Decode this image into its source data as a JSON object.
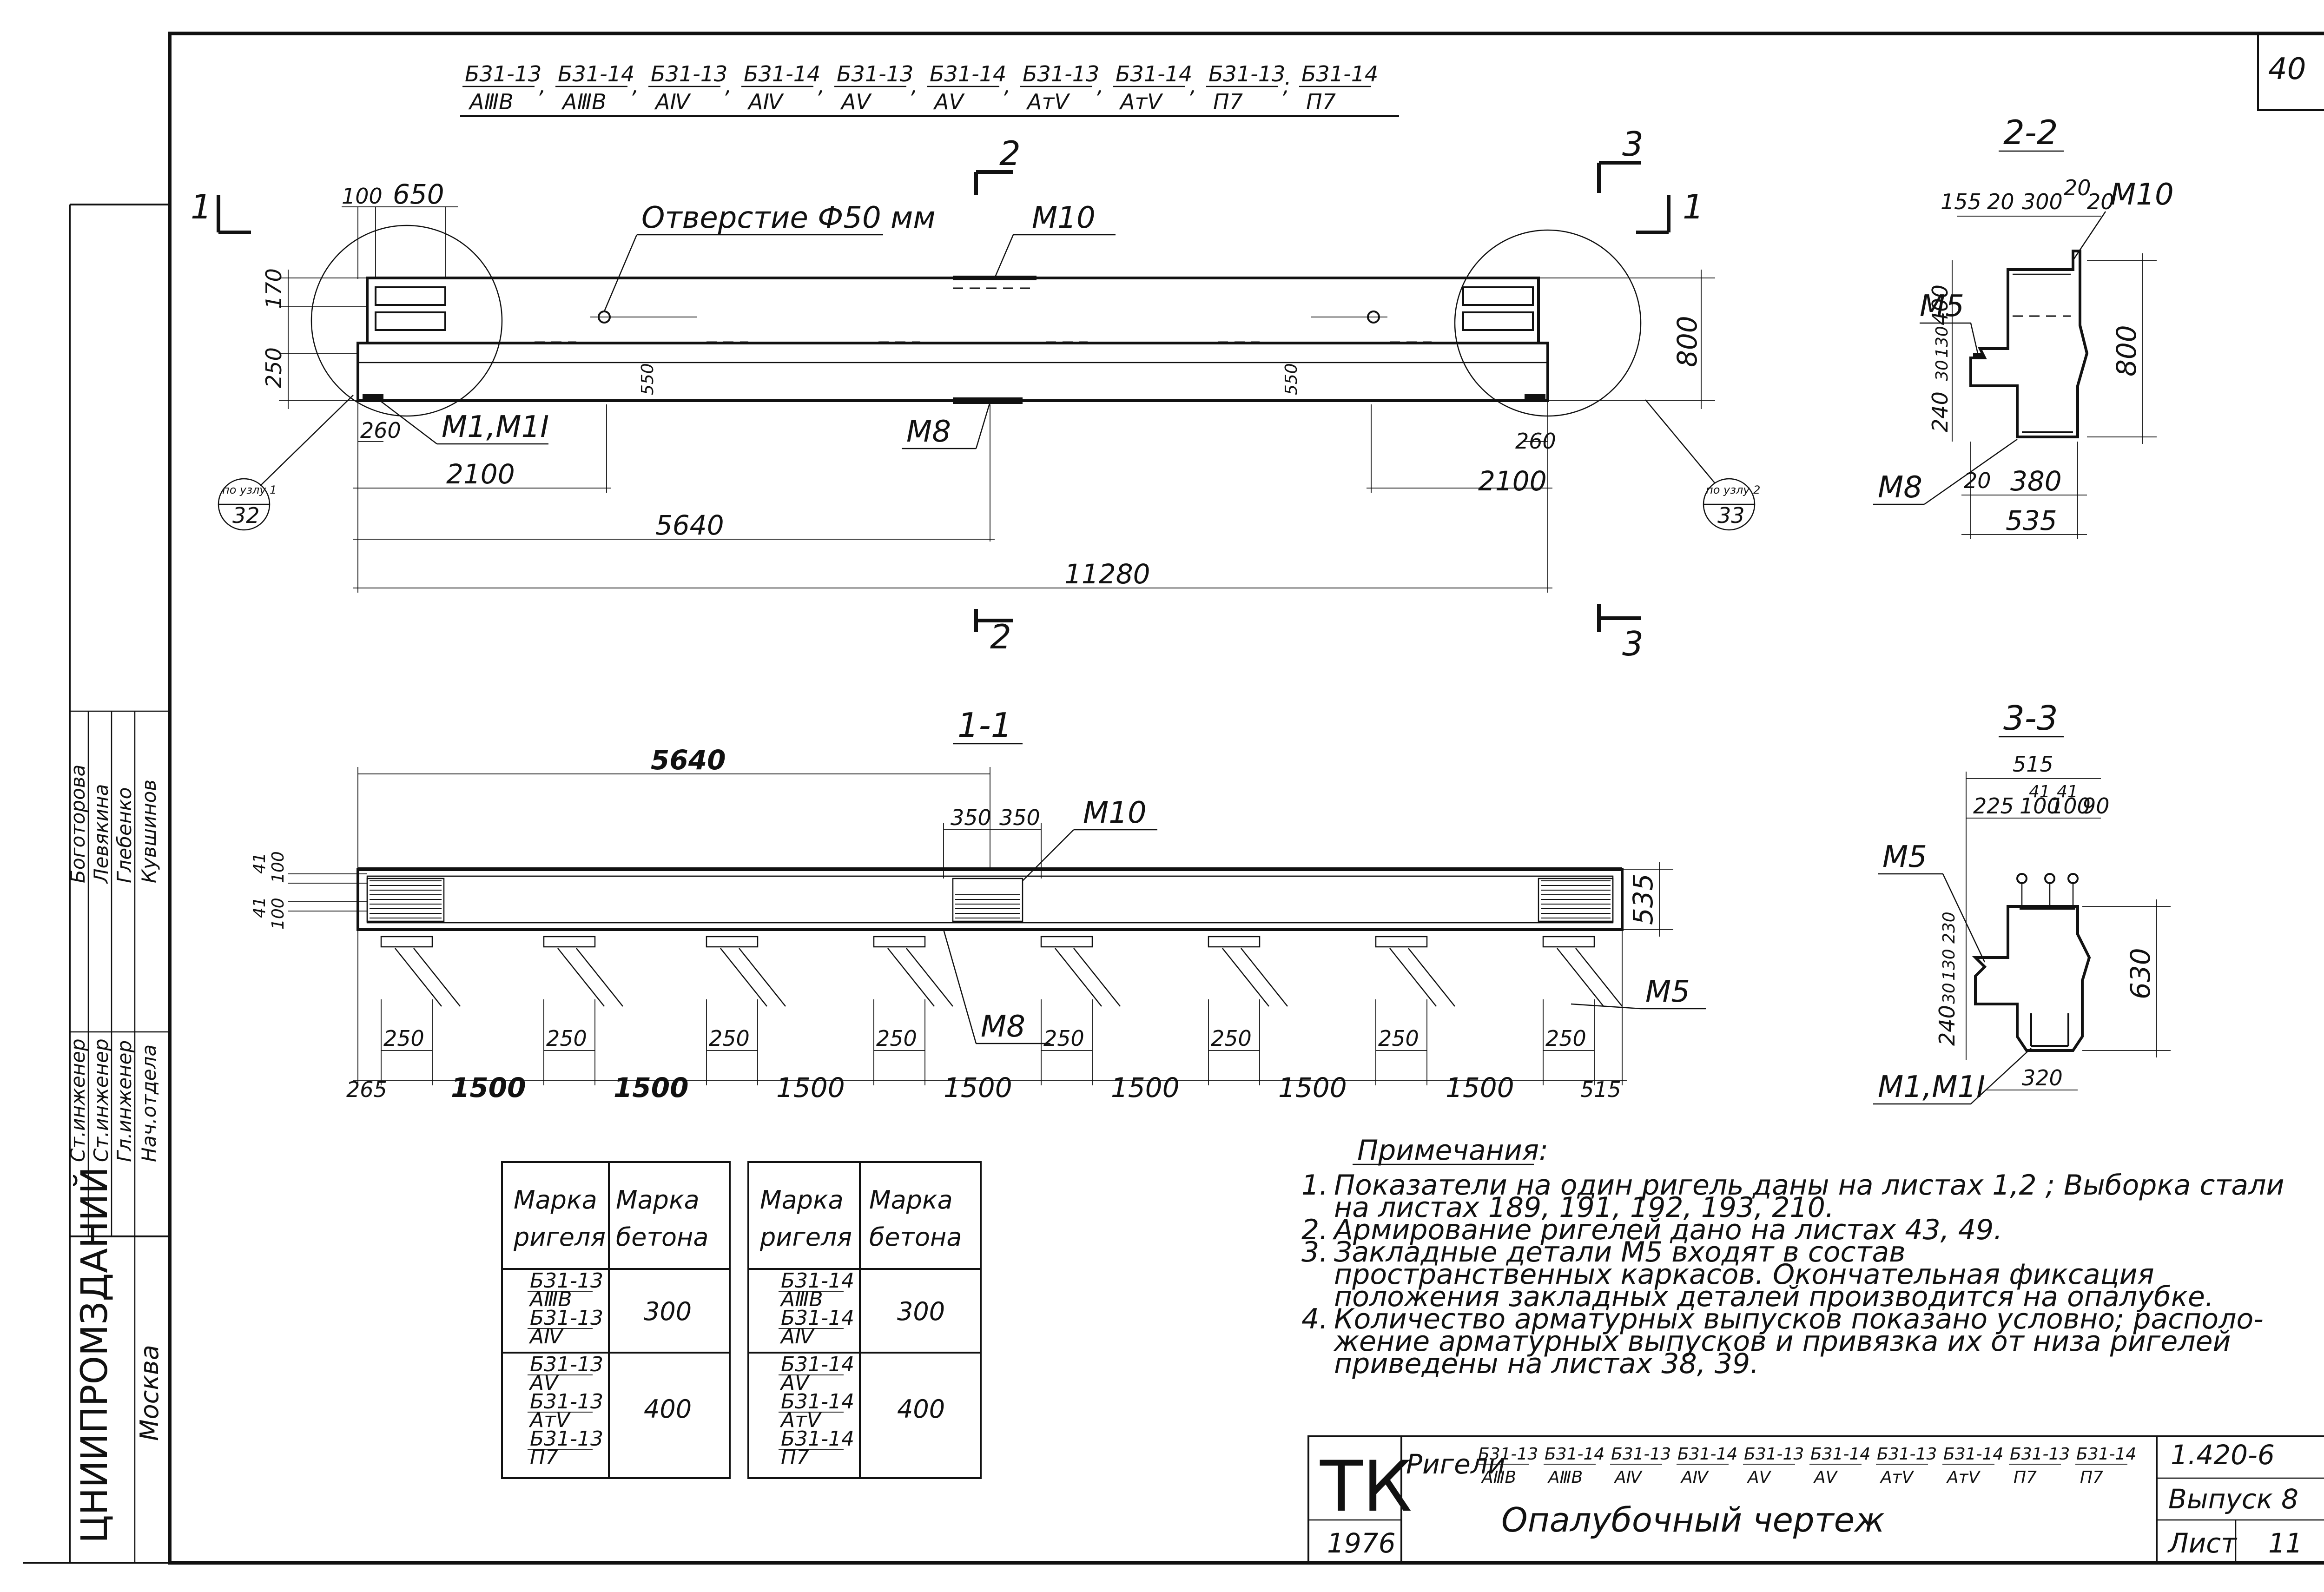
{
  "sheet_number": "40",
  "top_title": {
    "marks": [
      {
        "num": "Б31-13",
        "den": "АⅢВ"
      },
      {
        "num": "Б31-14",
        "den": "АⅢВ"
      },
      {
        "num": "Б31-13",
        "den": "АⅣ"
      },
      {
        "num": "Б31-14",
        "den": "АⅣ"
      },
      {
        "num": "Б31-13",
        "den": "АⅤ"
      },
      {
        "num": "Б31-14",
        "den": "АⅤ"
      },
      {
        "num": "Б31-13",
        "den": "АтⅤ"
      },
      {
        "num": "Б31-14",
        "den": "АтⅤ"
      },
      {
        "num": "Б31-13",
        "den": "П7"
      },
      {
        "num": "Б31-14",
        "den": "П7"
      }
    ]
  },
  "elevation": {
    "hole_label": "Отверстие Ф50 мм",
    "m10": "М10",
    "m1": "М1,М1I",
    "m8": "М8",
    "dims": {
      "d100": "100",
      "d650": "650",
      "d170": "170",
      "d250": "250",
      "d800": "800",
      "d260l": "260",
      "d260r": "260",
      "d2100l": "2100",
      "d2100r": "2100",
      "d5640": "5640",
      "d11280": "11280",
      "d550a": "550",
      "d550b": "550"
    },
    "cut_labels": {
      "c1": "1",
      "c2": "2",
      "c3": "3"
    },
    "node_left": {
      "top": "по узлу 1",
      "num": "32"
    },
    "node_right": {
      "top": "по узлу 2",
      "num": "33"
    }
  },
  "section_11": {
    "title": "1-1",
    "m10": "М10",
    "m8": "М8",
    "m5": "М5",
    "dims": {
      "d5640": "5640",
      "d350a": "350",
      "d350b": "350",
      "d535": "535",
      "d100a": "100",
      "d41a": "41",
      "d41b": "41",
      "d100b": "100",
      "d265": "265",
      "d515": "515"
    },
    "spacing": [
      "1500",
      "1500",
      "1500",
      "1500",
      "1500",
      "1500",
      "1500"
    ],
    "plate_widths": [
      "250",
      "250",
      "250",
      "250",
      "250",
      "250",
      "250",
      "250"
    ]
  },
  "section_22": {
    "title": "2-2",
    "m10": "М10",
    "m5": "М5",
    "m8": "М8",
    "dims": {
      "d155": "155",
      "d20a": "20",
      "d300": "300",
      "d20b": "20",
      "d20c": "20",
      "d400": "400",
      "d30": "30",
      "d130": "130",
      "d240": "240",
      "d800": "800",
      "d20d": "20",
      "d380": "380",
      "d535": "535"
    }
  },
  "section_33": {
    "title": "3-3",
    "m5": "М5",
    "m1": "М1,М1I",
    "dims": {
      "d515": "515",
      "d225": "225",
      "d100a": "100",
      "d100b": "100",
      "d90": "90",
      "d41a": "41",
      "d41b": "41",
      "d230": "230",
      "d130": "130",
      "d30": "30",
      "d240": "240",
      "d630": "630",
      "d320": "320"
    }
  },
  "table": {
    "headers": [
      "Марка ригеля",
      "Марка бетона",
      "Марка ригеля",
      "Марка бетона"
    ],
    "rows": [
      {
        "left_marks": [
          "Б31-13",
          "АⅢВ",
          "Б31-13",
          "АⅣ"
        ],
        "left_grade": "300",
        "right_marks": [
          "Б31-14",
          "АⅢВ",
          "Б31-14",
          "АⅣ"
        ],
        "right_grade": "300"
      },
      {
        "left_marks": [
          "Б31-13",
          "АⅤ",
          "Б31-13",
          "АтⅤ",
          "Б31-13",
          "П7"
        ],
        "left_grade": "400",
        "right_marks": [
          "Б31-14",
          "АⅤ",
          "Б31-14",
          "АтⅤ",
          "Б31-14",
          "П7"
        ],
        "right_grade": "400"
      }
    ]
  },
  "notes": {
    "title": "Примечания:",
    "items": [
      {
        "n": "1.",
        "lines": [
          "Показатели на один ригель даны на листах 1,2 ; Выборка стали",
          "на листах 189, 191, 192, 193, 210."
        ]
      },
      {
        "n": "2.",
        "lines": [
          "Армирование ригелей дано на листах 43, 49."
        ]
      },
      {
        "n": "3.",
        "lines": [
          "Закладные детали М5 входят в состав",
          "пространственных каркасов. Окончательная фиксация",
          "положения закладных деталей производится на опалубке."
        ]
      },
      {
        "n": "4.",
        "lines": [
          "Количество арматурных выпусков показано условно; располо-",
          "жение арматурных выпусков и привязка их от низа ригелей",
          "приведены на листах 38, 39."
        ]
      }
    ]
  },
  "stamp": {
    "tk": "ТК",
    "year": "1976",
    "prefix": "Ригели",
    "marks": [
      "Б31-13/АⅢВ",
      "Б31-14/АⅢВ",
      "Б31-13/АⅣ",
      "Б31-14/АⅣ",
      "Б31-13/АⅤ",
      "Б31-14/АⅤ",
      "Б31-13/АтⅤ",
      "Б31-14/АтⅤ",
      "Б31-13/П7",
      "Б31-14/П7"
    ],
    "drawing_title": "Опалубочный чертеж",
    "series": "1.420-6",
    "issue": "Выпуск 8",
    "sheet_label": "Лист",
    "sheet_no": "11"
  },
  "side_block": {
    "org": "ЦНИИПРОМЗДАНИЙ",
    "city": "Москва",
    "roles": [
      "Ст.инженер",
      "Ст.инженер",
      "Гл.инженер",
      "Нач.отдела"
    ],
    "names": [
      "Боготорова",
      "Левякина",
      "Глебенко",
      "Кувшинов"
    ]
  }
}
